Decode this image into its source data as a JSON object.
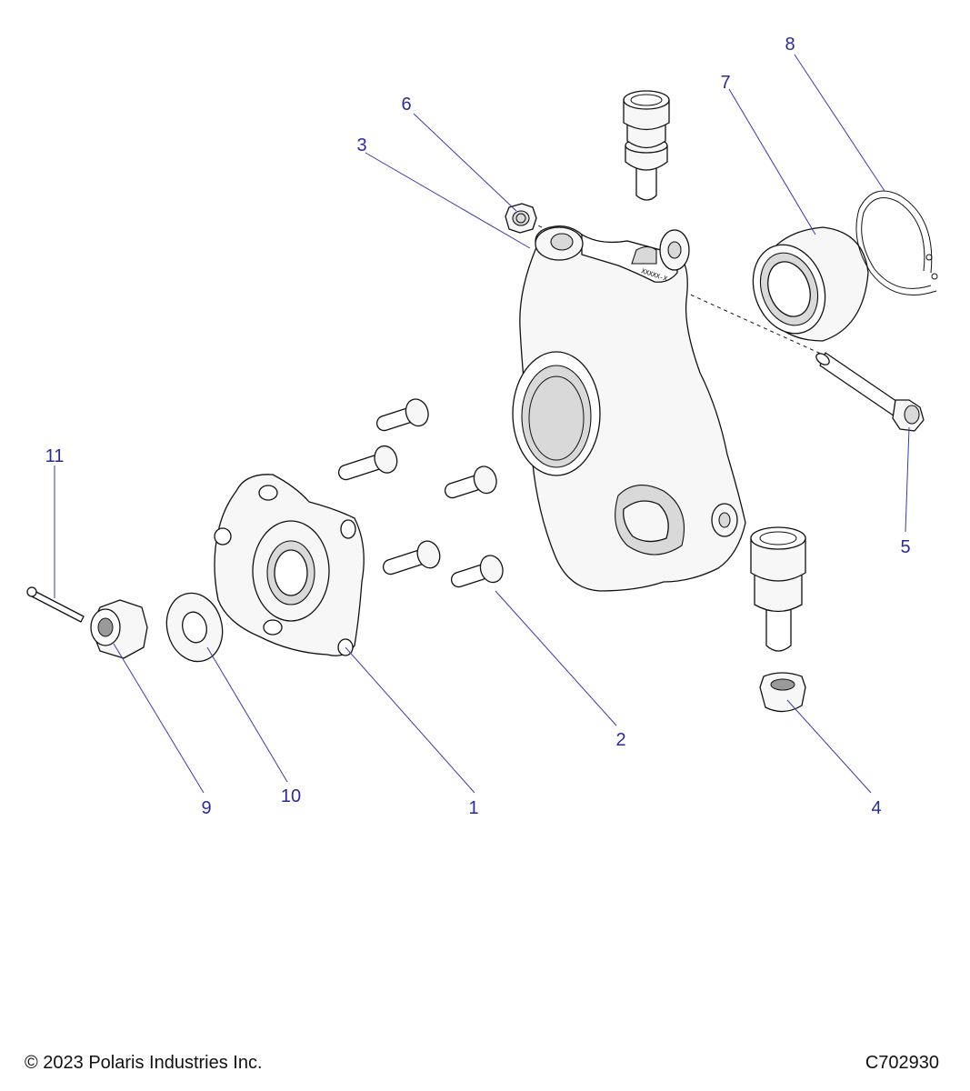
{
  "diagram": {
    "callouts": [
      {
        "id": "1",
        "label": "1"
      },
      {
        "id": "2",
        "label": "2"
      },
      {
        "id": "3",
        "label": "3"
      },
      {
        "id": "4",
        "label": "4"
      },
      {
        "id": "5",
        "label": "5"
      },
      {
        "id": "6",
        "label": "6"
      },
      {
        "id": "7",
        "label": "7"
      },
      {
        "id": "8",
        "label": "8"
      },
      {
        "id": "9",
        "label": "9"
      },
      {
        "id": "10",
        "label": "10"
      },
      {
        "id": "11",
        "label": "11"
      }
    ],
    "knuckle_marking": "XXXXX-X"
  },
  "footer": {
    "copyright": "© 2023 Polaris Industries Inc.",
    "drawing_number": "C702930"
  },
  "colors": {
    "callout": "#2a2aa0",
    "line": "#111111"
  }
}
